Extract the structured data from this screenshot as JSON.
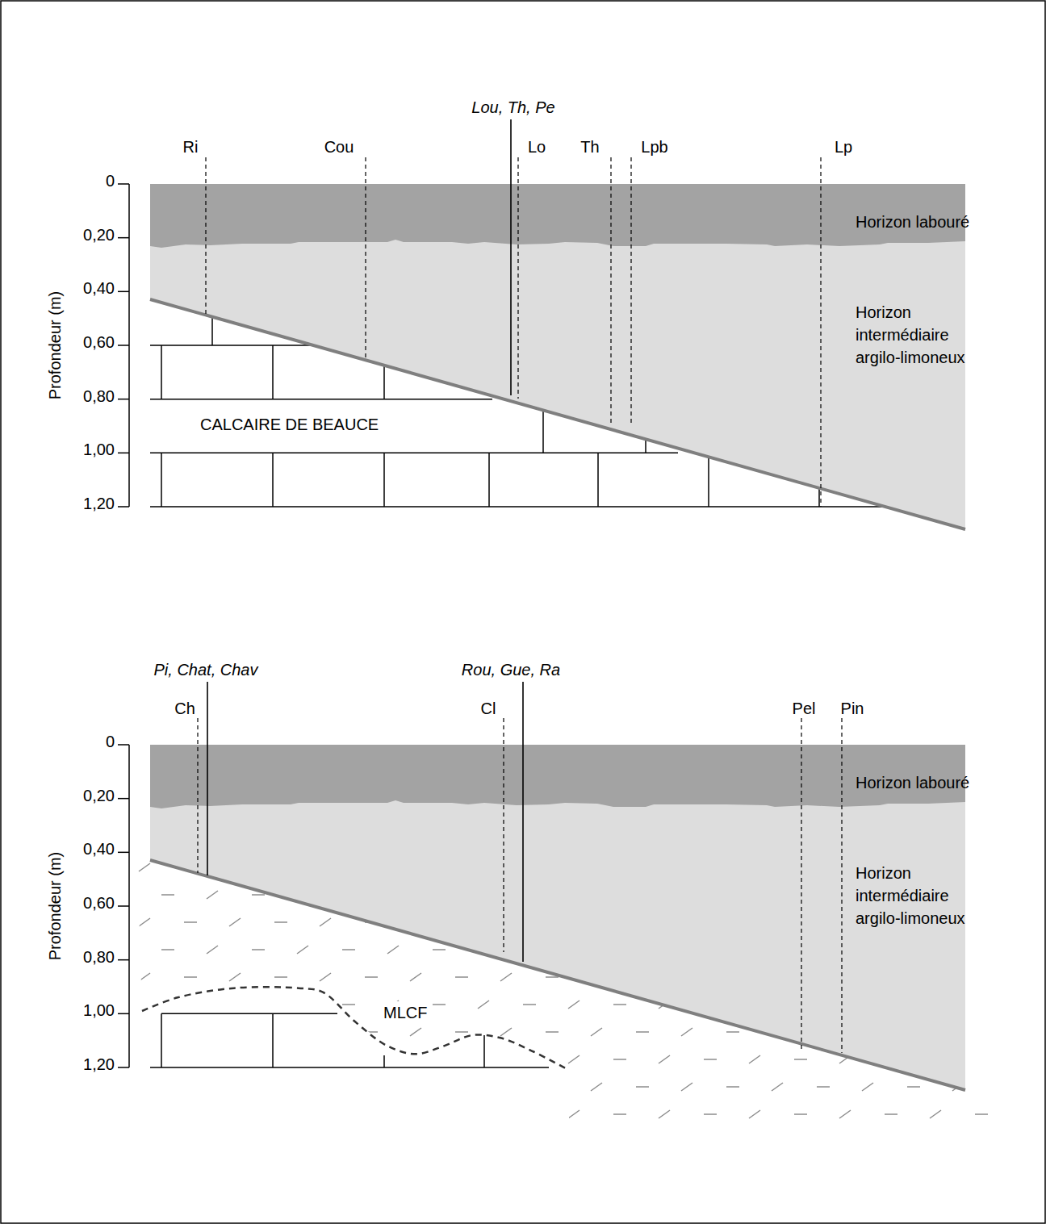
{
  "diagram": {
    "nodes": [
      {
        "text": [
          "Horizon labouré"
        ]
      },
      {
        "text": [
          "Horizon intermédiaire argilo-limoneux"
        ]
      },
      {
        "text": [
          "CALCAIRE DE BEAUCE"
        ]
      },
      {
        "text": [
          "Horizon labouré"
        ]
      },
      {
        "text": [
          "Horizon intermédiaire argilo-limoneux"
        ]
      },
      {
        "text": [
          "MLCF"
        ]
      }
    ],
    "labels": [
      "Lou, Th, Pe",
      "Ri",
      "Cou",
      "Lo",
      "Th",
      "Lpb",
      "Lp",
      "0",
      "0,20",
      "0,40",
      "0,60",
      "0,80",
      "1,00",
      "1,20",
      "Profondeur (m)",
      "Pi, Chat, Chav",
      "Rou, Gue, Ra",
      "Ch",
      "Cl",
      "Pel",
      "Pin",
      "0",
      "0,20",
      "0,40",
      "0,60",
      "0,80",
      "1,00",
      "1,20",
      "Profondeur (m)"
    ]
  }
}
